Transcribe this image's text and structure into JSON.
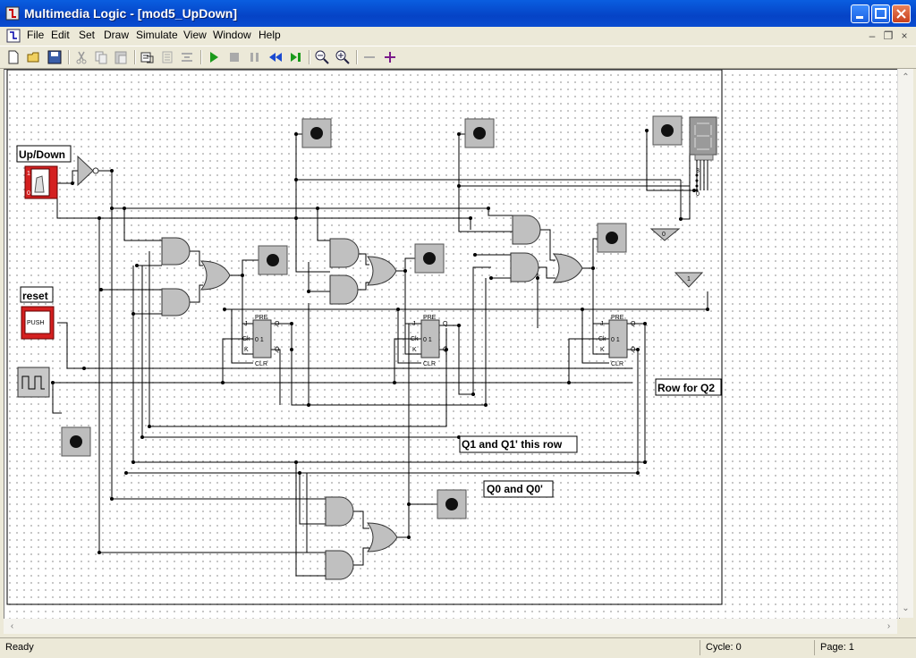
{
  "window": {
    "title": "Multimedia Logic - [mod5_UpDown]"
  },
  "menu": {
    "items": [
      {
        "label": "File"
      },
      {
        "label": "Edit"
      },
      {
        "label": "Set"
      },
      {
        "label": "Draw"
      },
      {
        "label": "Simulate"
      },
      {
        "label": "View"
      },
      {
        "label": "Window"
      },
      {
        "label": "Help"
      }
    ]
  },
  "toolbar": {
    "icons": [
      "new-icon",
      "open-icon",
      "save-icon",
      "cut-icon",
      "copy-icon",
      "paste-icon",
      "properties-icon",
      "library-icon",
      "align-icon",
      "run-icon",
      "stop-icon",
      "pause-icon",
      "step-back-icon",
      "step-forward-icon",
      "zoom-out-icon",
      "zoom-in-icon",
      "minus-icon",
      "plus-icon"
    ]
  },
  "circuit": {
    "labels": {
      "up_down": "Up/Down",
      "reset": "reset",
      "row_q2": "Row for Q2",
      "row_q1": "Q1 and Q1' this row",
      "row_q0": "Q0 and Q0'"
    },
    "pushbutton_text": "PUSH",
    "switch_high": "1",
    "switch_low": "0",
    "const_zero": "0",
    "const_one": "1",
    "seg_pins": [
      "3",
      "0"
    ],
    "flipflop": {
      "pre": "PRE",
      "clr": "CLR",
      "j": "J",
      "k": "K",
      "clk": "Ck",
      "q": "Q",
      "qbar": "Q̄",
      "state": "0 1"
    }
  },
  "status": {
    "ready": "Ready",
    "cycle": "Cycle: 0",
    "page": "Page: 1"
  },
  "colors": {
    "titlebar": "#0a4cd0",
    "gate_fill": "#c0c0c0",
    "switch_red": "#d42020",
    "wire": "#000000"
  }
}
